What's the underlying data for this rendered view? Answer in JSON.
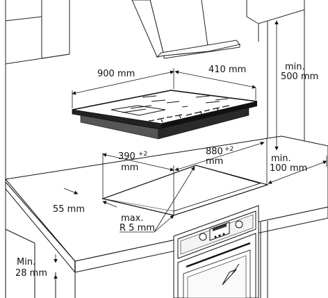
{
  "diagram": {
    "hob": {
      "width": "900 mm",
      "depth": "410 mm"
    },
    "hood_clearance": {
      "line1": "min.",
      "line2": "500 mm"
    },
    "cutout": {
      "depth_value": "390",
      "depth_tol": "+2",
      "depth_unit": "mm",
      "width_value": "880",
      "width_tol": "+2",
      "width_unit": "mm"
    },
    "front_margin": "55 mm",
    "back_margin": {
      "line1": "min.",
      "line2": "100 mm"
    },
    "corner_radius": {
      "line1": "max.",
      "line2": "R 5 mm"
    },
    "below_clearance": {
      "line1": "Min.",
      "line2": "28 mm"
    }
  }
}
